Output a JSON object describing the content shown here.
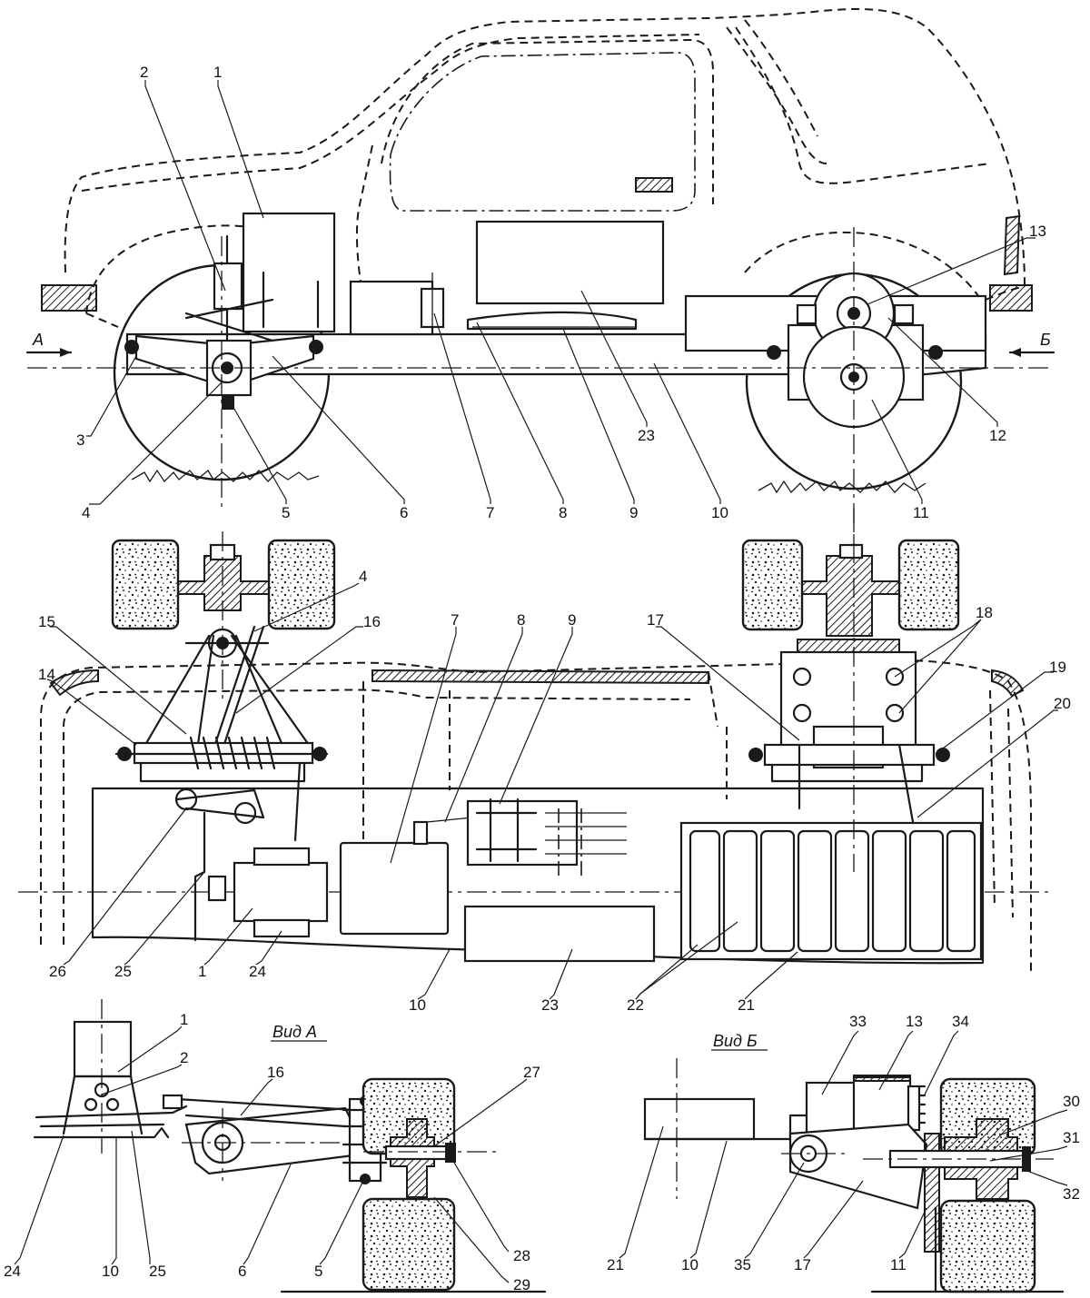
{
  "views": {
    "view_a_title": "Вид А",
    "view_b_title": "Вид Б",
    "arrow_a": "А",
    "arrow_b": "Б"
  },
  "callouts": {
    "side_view": [
      "2",
      "1",
      "13",
      "3",
      "4",
      "5",
      "6",
      "7",
      "8",
      "9",
      "10",
      "11",
      "12",
      "23"
    ],
    "plan_view": [
      "4",
      "15",
      "16",
      "7",
      "8",
      "9",
      "17",
      "18",
      "19",
      "20",
      "14",
      "26",
      "25",
      "1",
      "24",
      "10",
      "23",
      "22",
      "21"
    ],
    "view_a": [
      "1",
      "2",
      "16",
      "27",
      "24",
      "10",
      "25",
      "6",
      "5",
      "28",
      "29"
    ],
    "view_b": [
      "33",
      "13",
      "34",
      "30",
      "31",
      "32",
      "21",
      "10",
      "35",
      "17",
      "11"
    ]
  },
  "colors": {
    "ink": "#1a1a1a",
    "paper": "#ffffff"
  }
}
